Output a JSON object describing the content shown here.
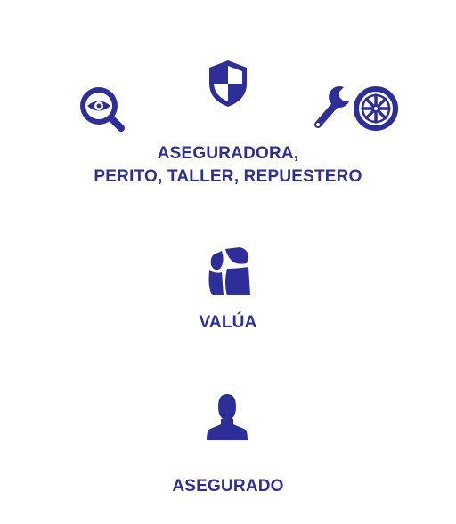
{
  "colors": {
    "primary": "#2e2e9a",
    "background": "#ffffff"
  },
  "top_group": {
    "icons": [
      "magnifier-eye-icon",
      "shield-icon",
      "wrench-icon",
      "wheel-icon"
    ],
    "label_line1": "ASEGURADORA,",
    "label_line2": "PERITO, TALLER, REPUESTERO"
  },
  "middle_group": {
    "icon": "car-parts-icon",
    "label": "VALÚA"
  },
  "bottom_group": {
    "icon": "person-icon",
    "label": "ASEGURADO"
  }
}
